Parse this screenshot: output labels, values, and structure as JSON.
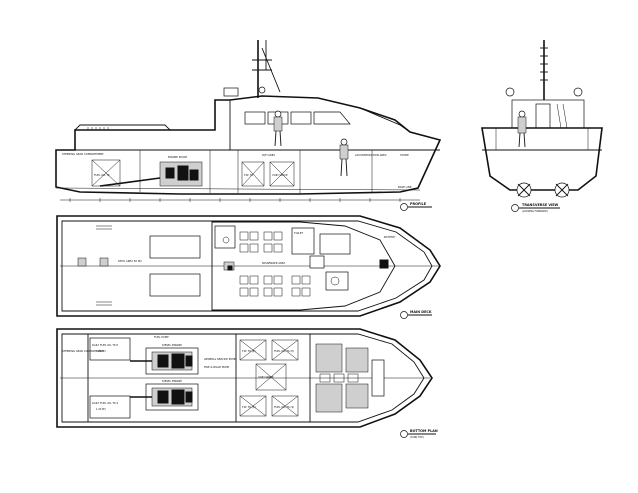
{
  "drawing": {
    "profile": {
      "title": "PROFILE",
      "labels": {
        "steering_gear": "STEERING GEAR COMPARTMENT",
        "engine_room": "ENGINE ROOM",
        "wheelhouse": "W/H AREA",
        "accommodation": "ACCOMMODATION AREA",
        "store": "STORE",
        "fuel_tank": "FUEL OIL TK",
        "fw_tank": "F.W. TK",
        "void": "VOID SPACE",
        "baseline": "BASE LINE"
      }
    },
    "transverse": {
      "title": "TRANSVERSE VIEW",
      "subtitle": "(LOOKING FORWARD)"
    },
    "main_deck": {
      "title": "MAIN DECK",
      "labels": {
        "deck_area": "DECK AREA 50 M2",
        "passenger_area": "PASSENGER AREA",
        "toilet": "TOILET",
        "battery": "BATTERY"
      }
    },
    "engine_plan": {
      "title": "BOTTOM PLAN",
      "subtitle": "(TANK TOP)",
      "labels": {
        "steering_gear": "STEERING GEAR COMPARTMENT",
        "fuel_pump": "FUEL PUMP",
        "engine_ps": "DIESEL ENGINE",
        "engine_sb": "DIESEL ENGINE",
        "service_pump": "GENERAL SERVICE PUMP",
        "fire_pump": "FIRE & BILGE PUMP",
        "tank_1": "DAILY FUEL OIL TK P",
        "tank_1_cap": "1.20 M3",
        "tank_2": "DAILY FUEL OIL TK S",
        "tank_2_cap": "1.20 M3",
        "fw_tank_p": "F.W. TK (P)",
        "fw_tank_s": "F.W. TK (S)",
        "void_tank": "VOID SPACE",
        "fuel_tk_p": "FUEL OIL TK (P)",
        "fuel_tk_s": "FUEL OIL TK (S)"
      }
    }
  }
}
